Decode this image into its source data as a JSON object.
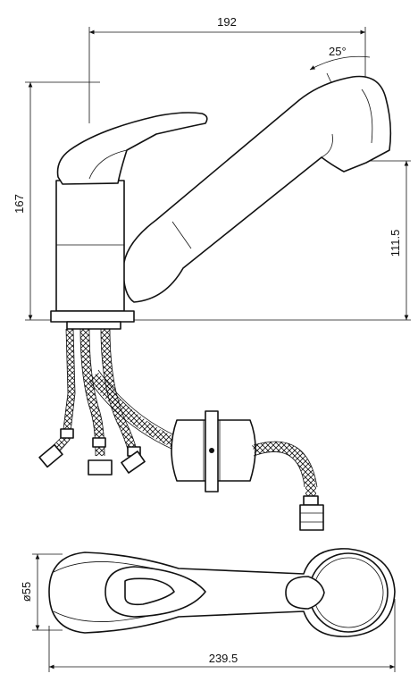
{
  "dimensions": {
    "width_top": "192",
    "angle": "25°",
    "height_total": "167",
    "height_spout": "111.5",
    "diameter_base": "ø55",
    "length_plan": "239.5"
  }
}
